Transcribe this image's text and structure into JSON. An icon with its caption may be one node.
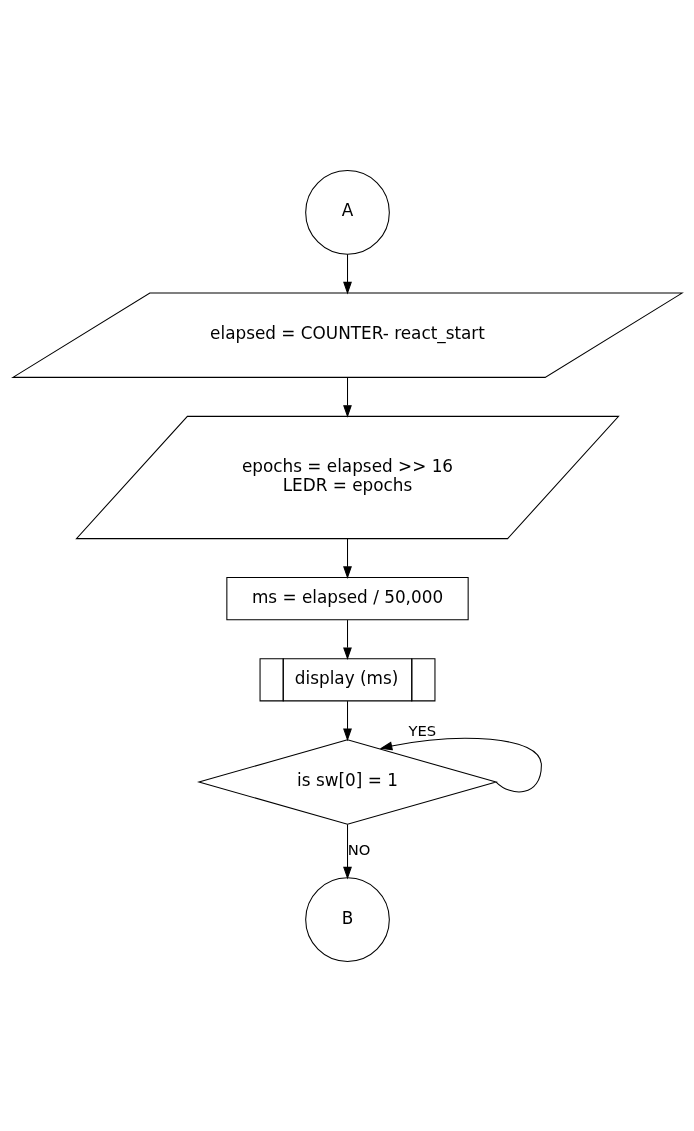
{
  "diagram": {
    "nodes": [
      {
        "text": [
          "A"
        ]
      },
      {
        "text": [
          "elapsed = COUNTER- react_start"
        ]
      },
      {
        "text": [
          "epochs = elapsed >> 16",
          "LEDR = epochs"
        ]
      },
      {
        "text": [
          "ms = elapsed / 50,000"
        ]
      },
      {
        "text": [
          "display (ms)"
        ]
      },
      {
        "text": [
          "is sw[0] = 1"
        ]
      },
      {
        "text": [
          "B"
        ]
      }
    ],
    "edges": [
      {
        "from": 0,
        "to": 1,
        "arrow": "to"
      },
      {
        "from": 1,
        "to": 2,
        "arrow": "to"
      },
      {
        "from": 2,
        "to": 3,
        "arrow": "to"
      },
      {
        "from": 3,
        "to": 4,
        "arrow": "to"
      },
      {
        "from": 4,
        "to": 5,
        "arrow": "to"
      },
      {
        "from": 5,
        "to": 5,
        "arrow": "to",
        "label": "YES"
      },
      {
        "from": 5,
        "to": 6,
        "arrow": "to",
        "label": "NO"
      }
    ]
  }
}
